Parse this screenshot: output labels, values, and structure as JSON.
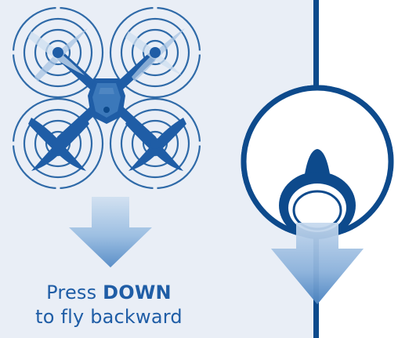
{
  "caption": {
    "line1_prefix": "Press ",
    "line1_key": "DOWN",
    "line2": "to fly backward"
  },
  "colors": {
    "panel_background": "#e9eef6",
    "divider": "#0d4a8c",
    "drone_body": "#1f5da6",
    "drone_guard": "#2f6aa8",
    "arrow_top": "#b7cfe8",
    "arrow_bottom": "#5b8fc8",
    "caption_text": "#1f5da6",
    "joystick_stroke": "#0d4a8c"
  },
  "icons": {
    "drone": "quadcopter-drone-icon",
    "arrow": "arrow-down-icon",
    "joystick": "joystick-stick-icon"
  }
}
